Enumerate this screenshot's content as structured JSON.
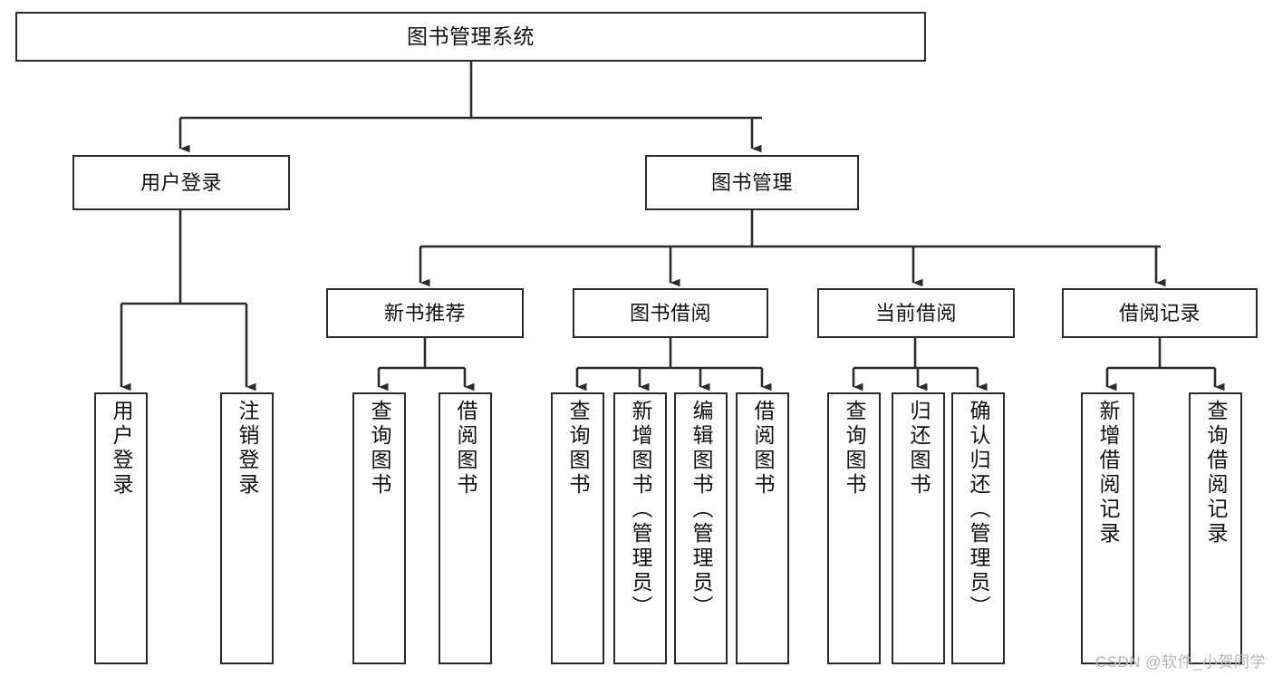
{
  "diagram": {
    "title": "图书管理系统",
    "type": "tree-hierarchy",
    "stroke_color": "#2b2b2b",
    "fill_color": "#ffffff",
    "text_color": "#111111",
    "root": {
      "label": "图书管理系统"
    },
    "level2": [
      {
        "label": "用户登录"
      },
      {
        "label": "图书管理"
      }
    ],
    "level3": [
      {
        "label": "新书推荐"
      },
      {
        "label": "图书借阅"
      },
      {
        "label": "当前借阅"
      },
      {
        "label": "借阅记录"
      }
    ],
    "leaves": {
      "user_login": [
        {
          "label": "用户登录"
        },
        {
          "label": "注销登录"
        }
      ],
      "new_book_recommend": [
        {
          "label": "查询图书"
        },
        {
          "label": "借阅图书"
        }
      ],
      "book_borrow": [
        {
          "label": "查询图书"
        },
        {
          "label": "新增图书（管理员）"
        },
        {
          "label": "编辑图书（管理员）"
        },
        {
          "label": "借阅图书"
        }
      ],
      "current_borrow": [
        {
          "label": "查询图书"
        },
        {
          "label": "归还图书"
        },
        {
          "label": "确认归还（管理员）"
        }
      ],
      "borrow_record": [
        {
          "label": "新增借阅记录"
        },
        {
          "label": "查询借阅记录"
        }
      ]
    }
  },
  "watermark": {
    "text": "CSDN @软件_小贺同学"
  }
}
